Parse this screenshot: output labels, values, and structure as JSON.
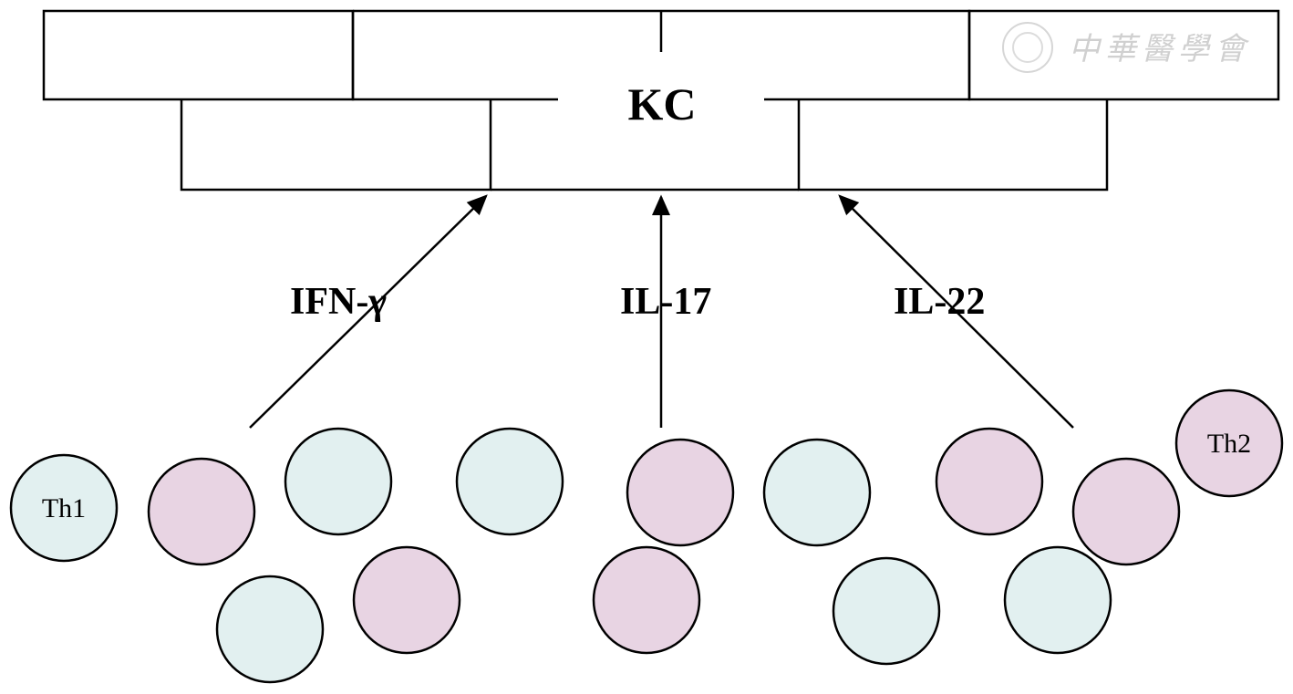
{
  "keratinocyte": {
    "label": "KC"
  },
  "cytokines": [
    {
      "label": "IFN-γ"
    },
    {
      "label": "IL-17"
    },
    {
      "label": "IL-22"
    }
  ],
  "cells": {
    "th1_label": "Th1",
    "th2_label": "Th2",
    "th1_color": "#e2f0f0",
    "th2_color": "#e8d4e3"
  },
  "watermark": {
    "text": "中華醫學會"
  }
}
